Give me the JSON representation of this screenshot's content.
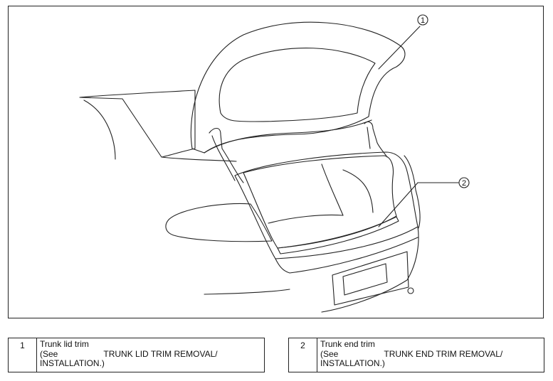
{
  "callouts": [
    "1",
    "2"
  ],
  "legend": [
    {
      "number": "1",
      "name": "Trunk lid trim",
      "see_prefix": "(See",
      "reference": "TRUNK LID TRIM REMOVAL/",
      "reference_cont": "INSTALLATION.)"
    },
    {
      "number": "2",
      "name": "Trunk end trim",
      "see_prefix": "(See",
      "reference": "TRUNK END TRIM REMOVAL/",
      "reference_cont": "INSTALLATION.)"
    }
  ]
}
